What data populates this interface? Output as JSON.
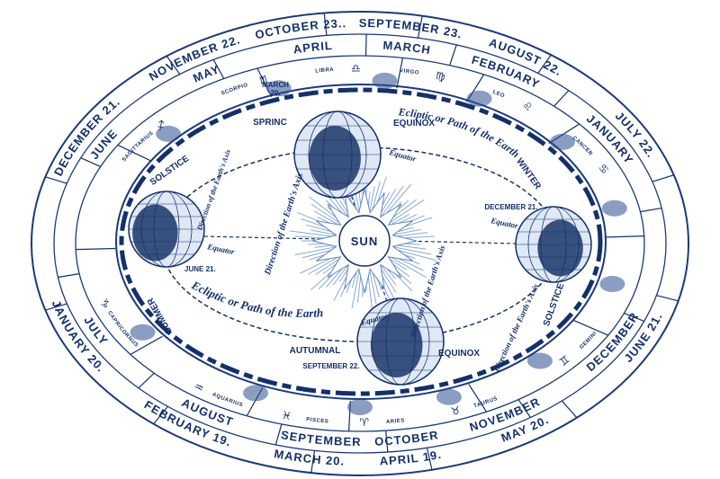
{
  "colors": {
    "ink": "#13306b",
    "sun_rays": "#5a86c2",
    "globe_dark": "#1b3568",
    "globe_light": "#dfe8f5"
  },
  "outer_dates": {
    "top": [
      "DECEMBER 21.",
      "NOVEMBER 22.",
      "OCTOBER 23..",
      "SEPTEMBER 23.",
      "AUGUST 22.",
      "JULY 22."
    ],
    "bottom": [
      "JANUARY 20.",
      "FEBRUARY 19.",
      "MARCH 20.",
      "APRIL 19.",
      "MAY 20.",
      "JUNE 21."
    ]
  },
  "months": {
    "top": [
      "JUNE",
      "MAY",
      "APRIL",
      "MARCH",
      "FEBRUARY",
      "JANUARY"
    ],
    "bottom": [
      "JULY",
      "AUGUST",
      "SEPTEMBER",
      "OCTOBER",
      "NOVEMBER",
      "DECEMBER"
    ]
  },
  "zodiac": {
    "top": [
      {
        "name": "SAGITTARIUS",
        "symbol": "♐"
      },
      {
        "name": "SCORPIO",
        "symbol": "♏"
      },
      {
        "name": "LIBRA",
        "symbol": "♎"
      },
      {
        "name": "VIRGO",
        "symbol": "♍"
      },
      {
        "name": "LEO",
        "symbol": "♌"
      },
      {
        "name": "CANCER",
        "symbol": "♋"
      }
    ],
    "bottom": [
      {
        "name": "CAPRICORNUS",
        "symbol": "♑"
      },
      {
        "name": "AQUARIUS",
        "symbol": "♒"
      },
      {
        "name": "PISCES",
        "symbol": "♓"
      },
      {
        "name": "ARIES",
        "symbol": "♈"
      },
      {
        "name": "TAURUS",
        "symbol": "♉"
      },
      {
        "name": "GEMINI",
        "symbol": "♊"
      }
    ]
  },
  "center": {
    "sun": "SUN",
    "spring": {
      "date": "MARCH",
      "day": "20.",
      "season": "SPRINC",
      "event": "EQUINOX"
    },
    "winter": {
      "season": "WINTER",
      "date": "DECEMBER 21."
    },
    "summer": {
      "season": "SUMMER",
      "event": "SOLSTICE",
      "date": "JUNE 21."
    },
    "autumn": {
      "season": "AUTUMNAL",
      "event": "EQUINOX",
      "date": "SEPTEMBER 22."
    },
    "solstice_right": "SOLSTICE",
    "equator": "Equator",
    "ecliptic": "Ecliptic or Path of the Earth",
    "axis_label": "Direction of the Earth's Axis"
  }
}
